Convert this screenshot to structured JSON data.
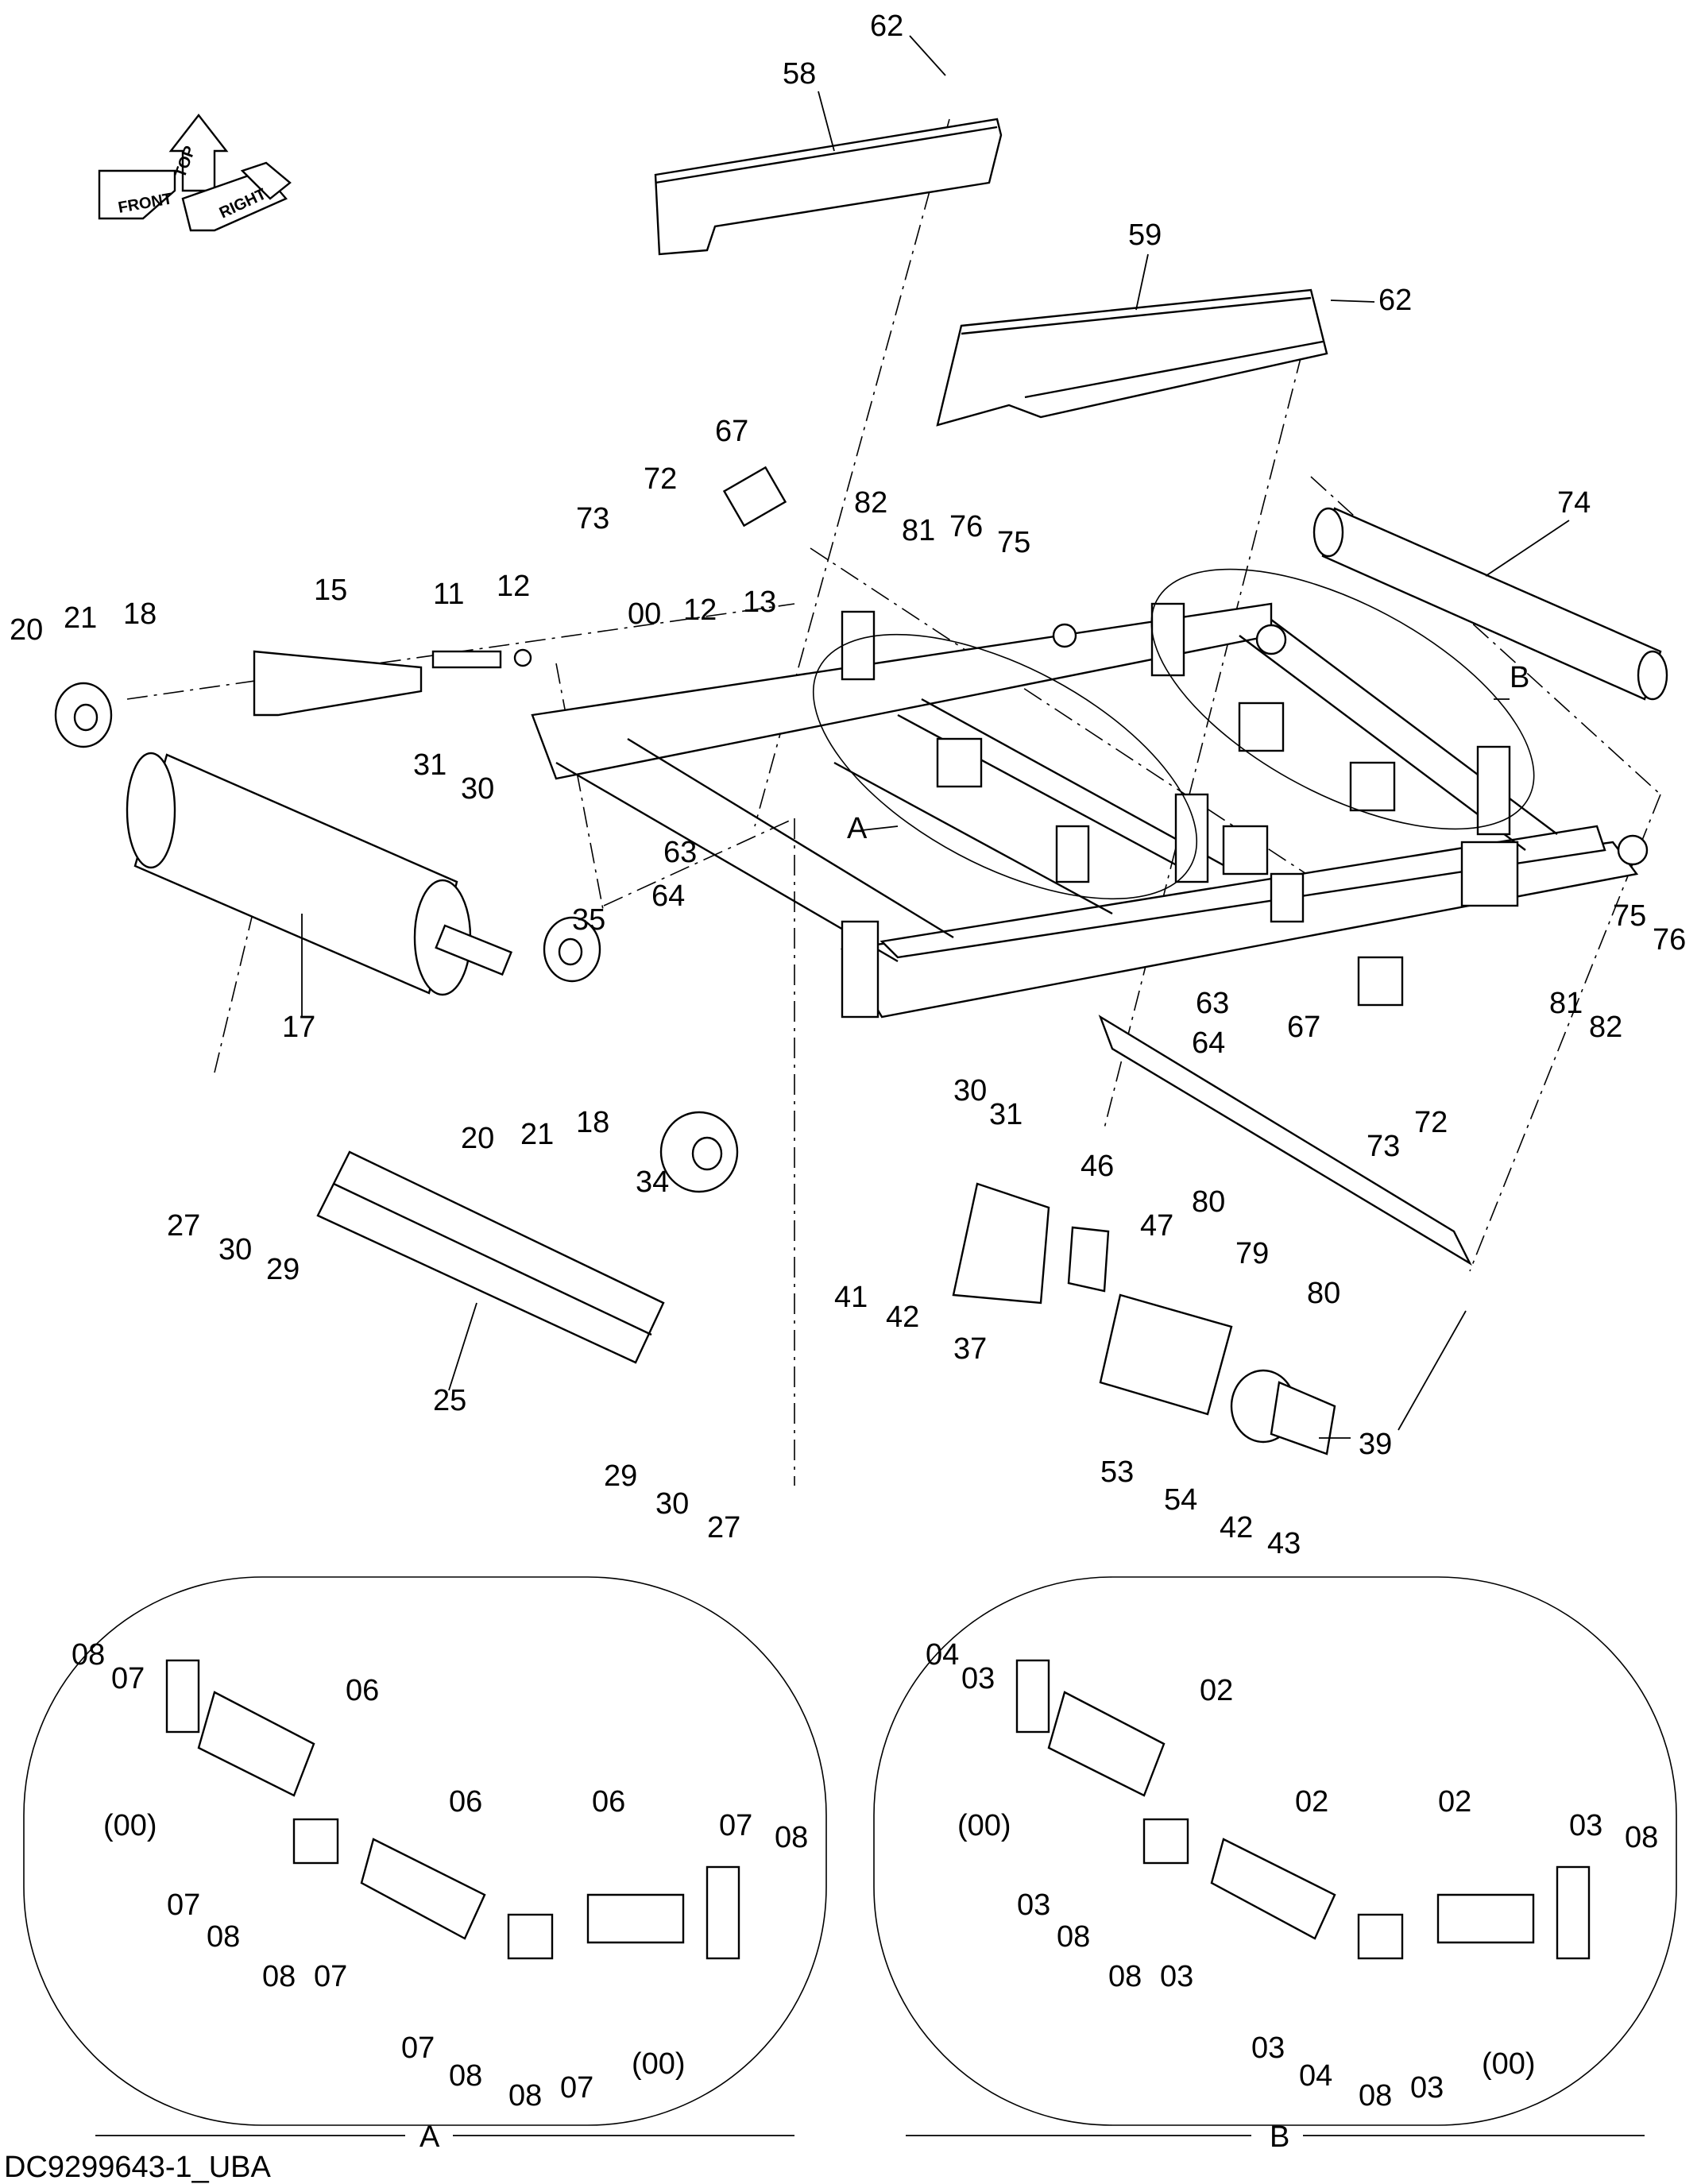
{
  "drawing_id": "DC9299643-1_UBA",
  "orientation": {
    "front": "FRONT",
    "top": "TOP",
    "right": "RIGHT"
  },
  "main_callouts": [
    "62",
    "58",
    "59",
    "62",
    "67",
    "72",
    "73",
    "82",
    "81",
    "76",
    "75",
    "74",
    "20",
    "21",
    "18",
    "15",
    "11",
    "12",
    "00",
    "12",
    "13",
    "B",
    "31",
    "30",
    "A",
    "63",
    "64",
    "35",
    "17",
    "20",
    "21",
    "18",
    "63",
    "64",
    "67",
    "75",
    "76",
    "81",
    "82",
    "30",
    "31",
    "72",
    "73",
    "34",
    "27",
    "30",
    "29",
    "46",
    "47",
    "80",
    "79",
    "41",
    "42",
    "37",
    "80",
    "25",
    "29",
    "30",
    "27",
    "53",
    "54",
    "39",
    "42",
    "43"
  ],
  "detail_a": {
    "label": "A",
    "callouts": [
      "08",
      "07",
      "06",
      "(00)",
      "06",
      "06",
      "07",
      "08",
      "07",
      "08",
      "08",
      "07",
      "07",
      "08",
      "08",
      "07",
      "(00)"
    ]
  },
  "detail_b": {
    "label": "B",
    "callouts": [
      "04",
      "03",
      "02",
      "(00)",
      "02",
      "02",
      "03",
      "08",
      "03",
      "08",
      "08",
      "03",
      "03",
      "04",
      "08",
      "03",
      "(00)"
    ]
  }
}
